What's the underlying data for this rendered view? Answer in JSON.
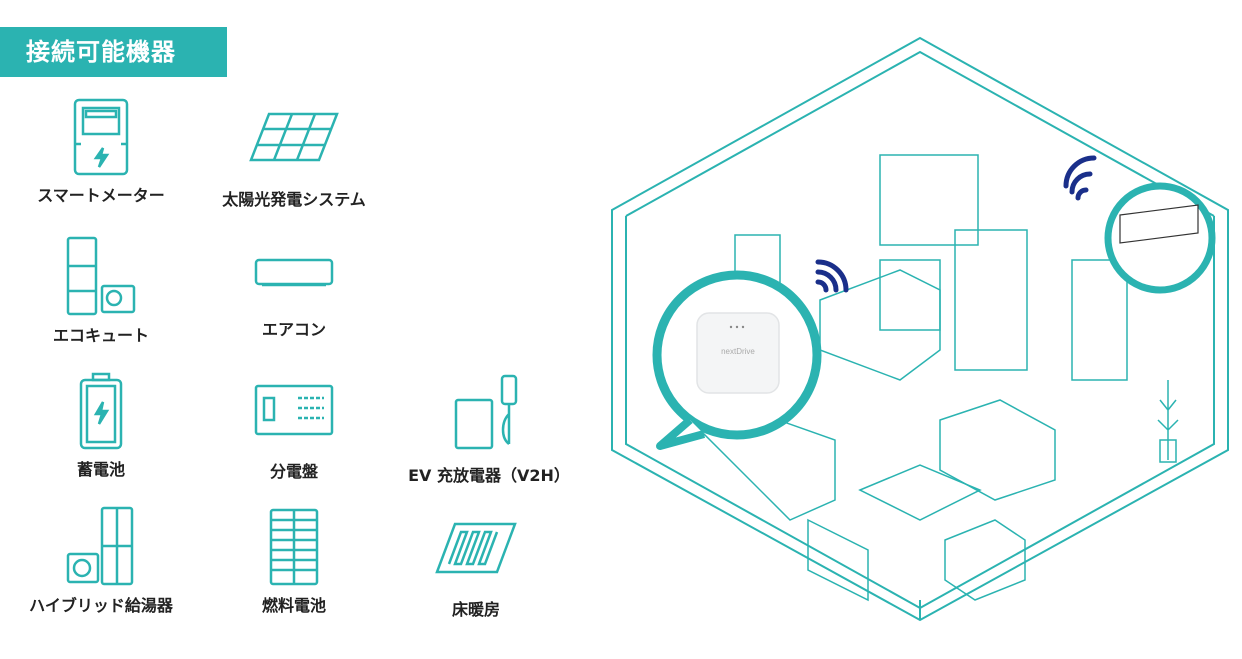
{
  "title": "接続可能機器",
  "devices": [
    {
      "label": "スマートメーター",
      "icon": "smart-meter-icon"
    },
    {
      "label": "太陽光発電システム",
      "icon": "solar-panel-icon"
    },
    {
      "label": "エコキュート",
      "icon": "heat-pump-water-heater-icon"
    },
    {
      "label": "エアコン",
      "icon": "air-conditioner-icon"
    },
    {
      "label": "蓄電池",
      "icon": "battery-icon"
    },
    {
      "label": "分電盤",
      "icon": "distribution-board-icon"
    },
    {
      "label": "EV 充放電器（V2H）",
      "icon": "ev-charger-icon"
    },
    {
      "label": "ハイブリッド給湯器",
      "icon": "hybrid-water-heater-icon"
    },
    {
      "label": "燃料電池",
      "icon": "fuel-cell-icon"
    },
    {
      "label": "床暖房",
      "icon": "floor-heating-icon"
    }
  ],
  "gateway_brand": "nextDrive",
  "colors": {
    "accent": "#2bb3b1",
    "wifi": "#1a2f8a"
  }
}
